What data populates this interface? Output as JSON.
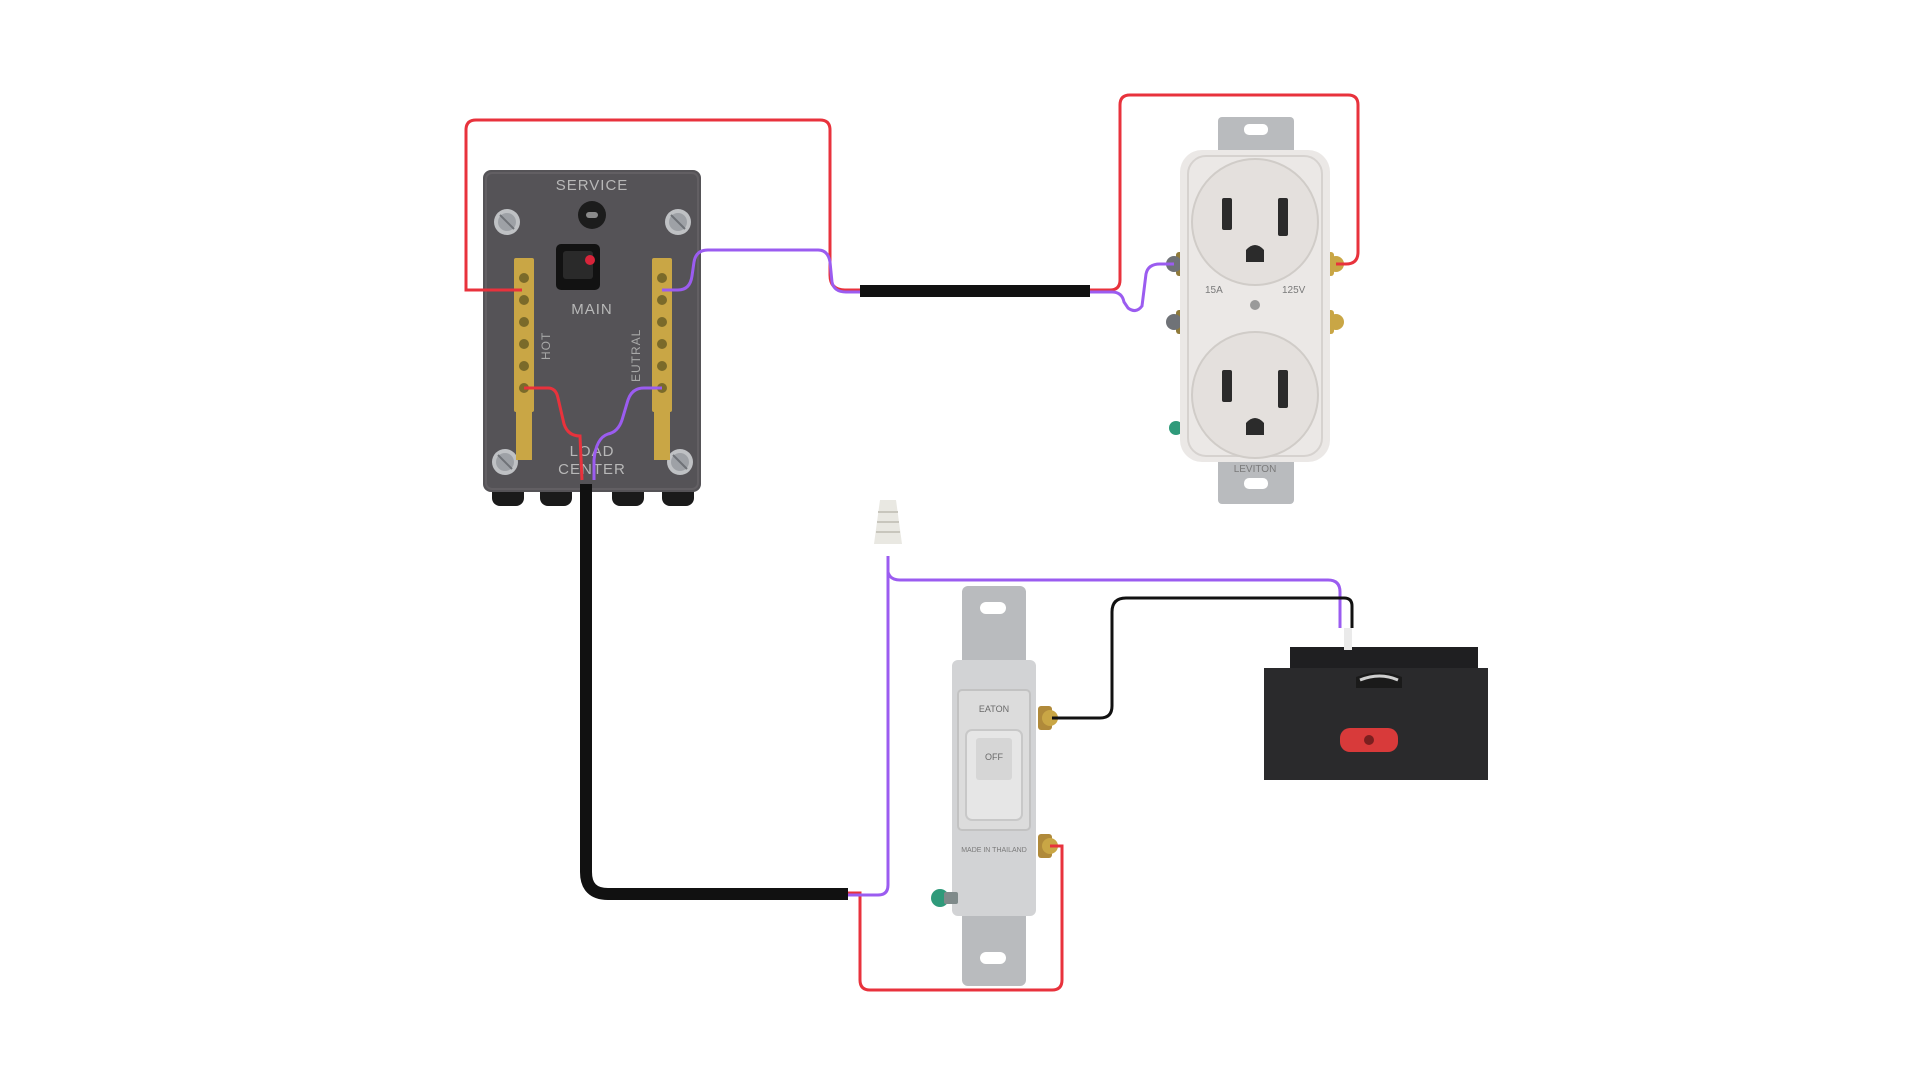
{
  "labels": {
    "service": "SERVICE",
    "main": "MAIN",
    "hot": "HOT",
    "neutral": "EUTRAL",
    "load": "LOAD",
    "center": "CENTER",
    "amp": "15A",
    "volt": "125V",
    "outlet_brand": "LEVITON",
    "switch_brand": "EATON",
    "switch_off": "OFF",
    "made_in": "MADE IN THAILAND"
  },
  "colors": {
    "hot_wire": "#e8323c",
    "neutral_wire": "#9b5cf0",
    "cable": "#111111",
    "panel": "#555357",
    "brass": "#c9a645",
    "outlet_body": "#ebe8e6",
    "switch_body": "#dcdcdc",
    "sensor": "#2a2a2c"
  },
  "icons": {
    "panel_screw": "screw-icon",
    "wire_nut": "wire-nut-icon",
    "indicator": "red-led-icon"
  }
}
